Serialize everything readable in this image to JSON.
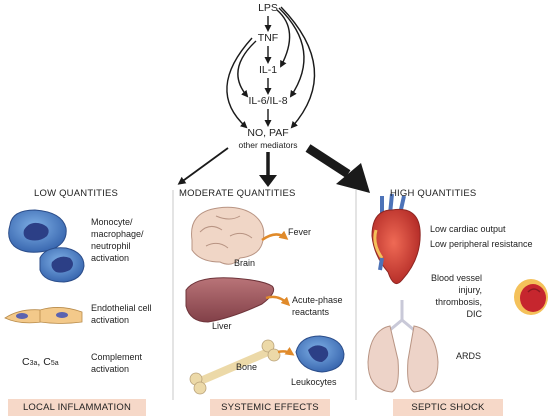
{
  "cascade": {
    "lps": "LPS",
    "tnf": "TNF",
    "il1": "IL-1",
    "il6_il8": "IL-6/IL-8",
    "no_paf": "NO, PAF",
    "other_mediators": "other mediators"
  },
  "columns": {
    "low": {
      "heading": "LOW QUANTITIES",
      "monocyte": [
        "Monocyte/",
        "macrophage/",
        "neutrophil",
        "activation"
      ],
      "endothelial": [
        "Endothelial cell",
        "activation"
      ],
      "complement_symbols": [
        "C",
        "3a",
        ", C",
        "5a"
      ],
      "complement": [
        "Complement",
        "activation"
      ],
      "footer": "LOCAL INFLAMMATION"
    },
    "moderate": {
      "heading": "MODERATE QUANTITIES",
      "fever": "Fever",
      "brain": "Brain",
      "acute_phase": [
        "Acute-phase",
        "reactants"
      ],
      "liver": "Liver",
      "bone": "Bone",
      "leukocytes": "Leukocytes",
      "footer": "SYSTEMIC EFFECTS"
    },
    "high": {
      "heading": "HIGH QUANTITIES",
      "cardiac": "Low cardiac output",
      "resistance": "Low peripheral resistance",
      "vessel": [
        "Blood vessel",
        "injury,",
        "thrombosis,",
        "DIC"
      ],
      "ards": "ARDS",
      "footer": "SEPTIC SHOCK"
    }
  },
  "colors": {
    "arrow": "#1a1a1a",
    "footer_bg": "#f6d8c8",
    "divider": "#c9c9c9",
    "cell_blue": "#3f6fb5",
    "nucleus": "#2c3f86",
    "liver": "#9a4f55",
    "heart": "#cf3b34",
    "lung": "#e9c9bd",
    "orange_arrow": "#e08a2a"
  }
}
